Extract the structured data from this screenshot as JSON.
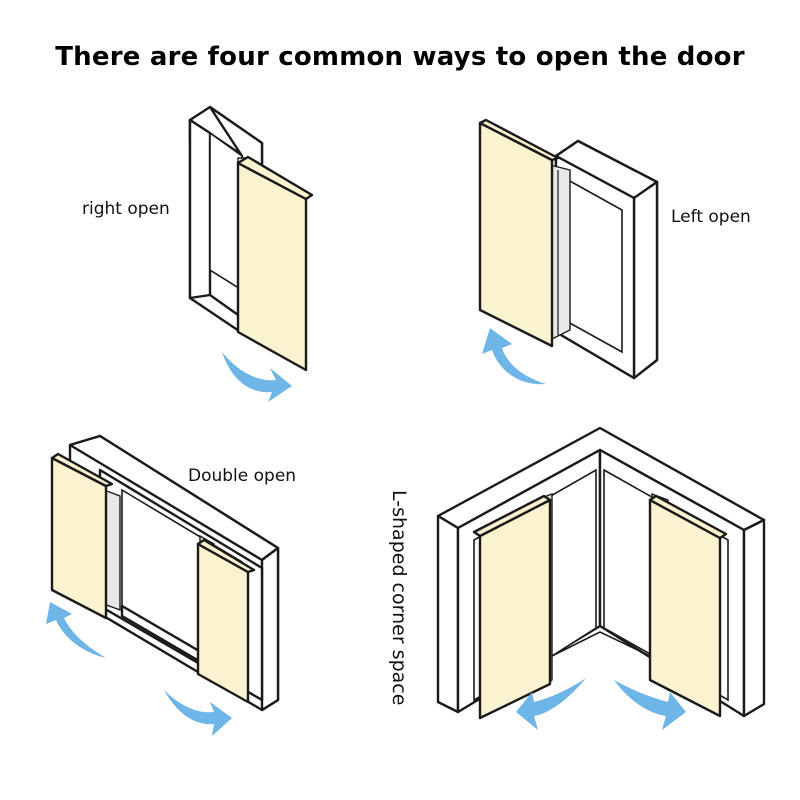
{
  "title": "There are four common ways to open the door",
  "labels": {
    "right_open": "right open",
    "left_open": "Left open",
    "double_open": "Double open",
    "l_shaped": "L-shaped corner space"
  },
  "colors": {
    "door_fill": "#fbf3cf",
    "arrow": "#6eb5e8",
    "outline": "#1a1a1a"
  }
}
